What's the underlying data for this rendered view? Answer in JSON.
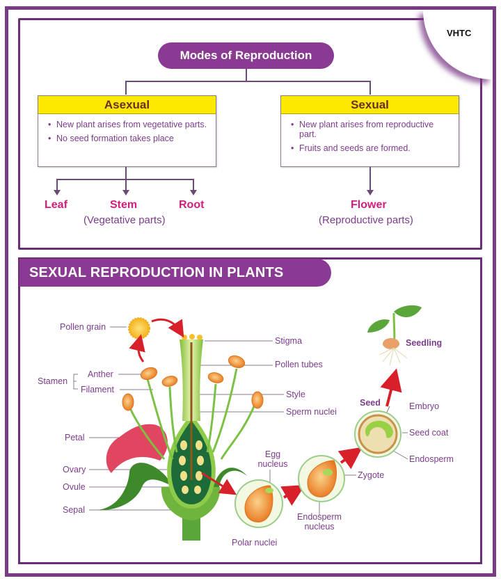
{
  "brand": {
    "label": "VHTC"
  },
  "modes": {
    "title": "Modes of Reproduction",
    "asexual": {
      "heading": "Asexual",
      "points": [
        "New plant arises from vegetative parts.",
        "No seed formation takes place"
      ],
      "parts": [
        "Leaf",
        "Stem",
        "Root"
      ],
      "caption": "(Vegetative parts)"
    },
    "sexual": {
      "heading": "Sexual",
      "points": [
        "New plant arises from reproductive part.",
        "Fruits and seeds are formed."
      ],
      "parts": [
        "Flower"
      ],
      "caption": "(Reproductive parts)"
    }
  },
  "section": {
    "title": "SEXUAL REPRODUCTION IN PLANTS",
    "labels": {
      "pollen_grain": "Pollen grain",
      "stamen": "Stamen",
      "anther": "Anther",
      "filament": "Filament",
      "petal": "Petal",
      "ovary": "Ovary",
      "ovule": "Ovule",
      "sepal": "Sepal",
      "stigma": "Stigma",
      "pollen_tubes": "Pollen tubes",
      "style": "Style",
      "sperm_nuclei": "Sperm nuclei",
      "egg_nucleus_1": "Egg",
      "egg_nucleus_2": "nucleus",
      "polar_nuclei": "Polar nuclei",
      "endosperm_nucleus_1": "Endosperm",
      "endosperm_nucleus_2": "nucleus",
      "zygote": "Zygote",
      "seed": "Seed",
      "embryo": "Embryo",
      "seed_coat": "Seed coat",
      "endosperm": "Endosperm",
      "seedling": "Seedling"
    }
  },
  "colors": {
    "frame": "#7a3a86",
    "accent_purple": "#8a3a92",
    "heading_yellow": "#fde900",
    "part_magenta": "#d31d7c",
    "label_purple": "#7c3c8c",
    "arrow_red": "#d8202a"
  }
}
